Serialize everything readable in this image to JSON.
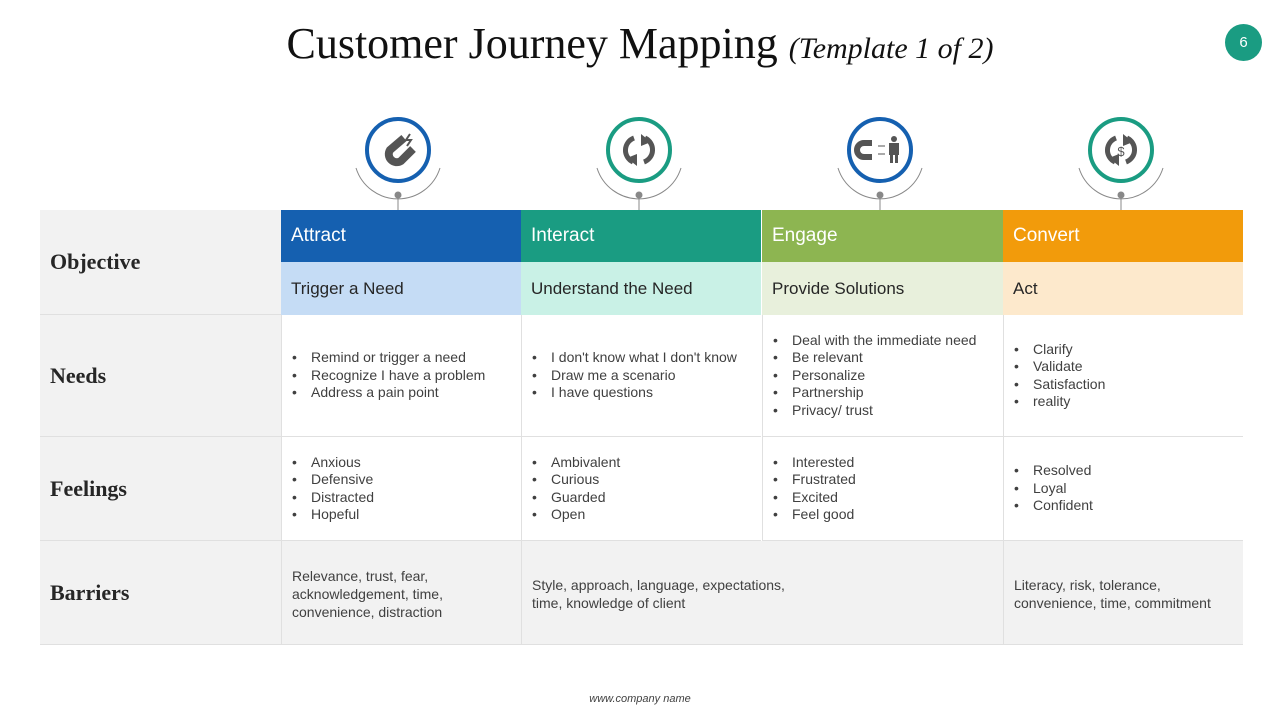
{
  "title": {
    "main": "Customer Journey Mapping",
    "sub": "(Template 1 of 2)"
  },
  "page_number": "6",
  "rows": {
    "objective": "Objective",
    "needs": "Needs",
    "feelings": "Feelings",
    "barriers": "Barriers"
  },
  "stages": [
    {
      "name": "Attract",
      "objective": "Trigger a Need",
      "color": "#1560b0",
      "light": "#c5dcf5",
      "icon": "magnet-icon",
      "needs": [
        "Remind or trigger a need",
        "Recognize I have a problem",
        "Address a pain point"
      ],
      "feelings": [
        "Anxious",
        "Defensive",
        "Distracted",
        "Hopeful"
      ]
    },
    {
      "name": "Interact",
      "objective": "Understand the Need",
      "color": "#1a9c82",
      "light": "#c9f1e6",
      "icon": "refresh-icon",
      "needs": [
        "I don't know what I don't know",
        "Draw me a scenario",
        "I have questions"
      ],
      "feelings": [
        "Ambivalent",
        "Curious",
        "Guarded",
        "Open"
      ]
    },
    {
      "name": "Engage",
      "objective": "Provide Solutions",
      "color": "#8db551",
      "light": "#e8f0dc",
      "icon": "magnet-person-icon",
      "needs": [
        "Deal with the immediate need",
        "Be relevant",
        "Personalize",
        "Partnership",
        "Privacy/ trust"
      ],
      "feelings": [
        "Interested",
        "Frustrated",
        "Excited",
        "Feel good"
      ]
    },
    {
      "name": "Convert",
      "objective": "Act",
      "color": "#f29b0b",
      "light": "#fde9cc",
      "icon": "dollar-cycle-icon",
      "needs": [
        "Clarify",
        "Validate",
        "Satisfaction",
        "reality"
      ],
      "feelings": [
        "Resolved",
        "Loyal",
        "Confident"
      ]
    }
  ],
  "barriers": [
    "Relevance, trust, fear, acknowledgement, time, convenience, distraction",
    "Style, approach, language, expectations,\n time, knowledge of client",
    "Literacy, risk, tolerance, convenience, time, commitment"
  ],
  "footer": "www.company name"
}
